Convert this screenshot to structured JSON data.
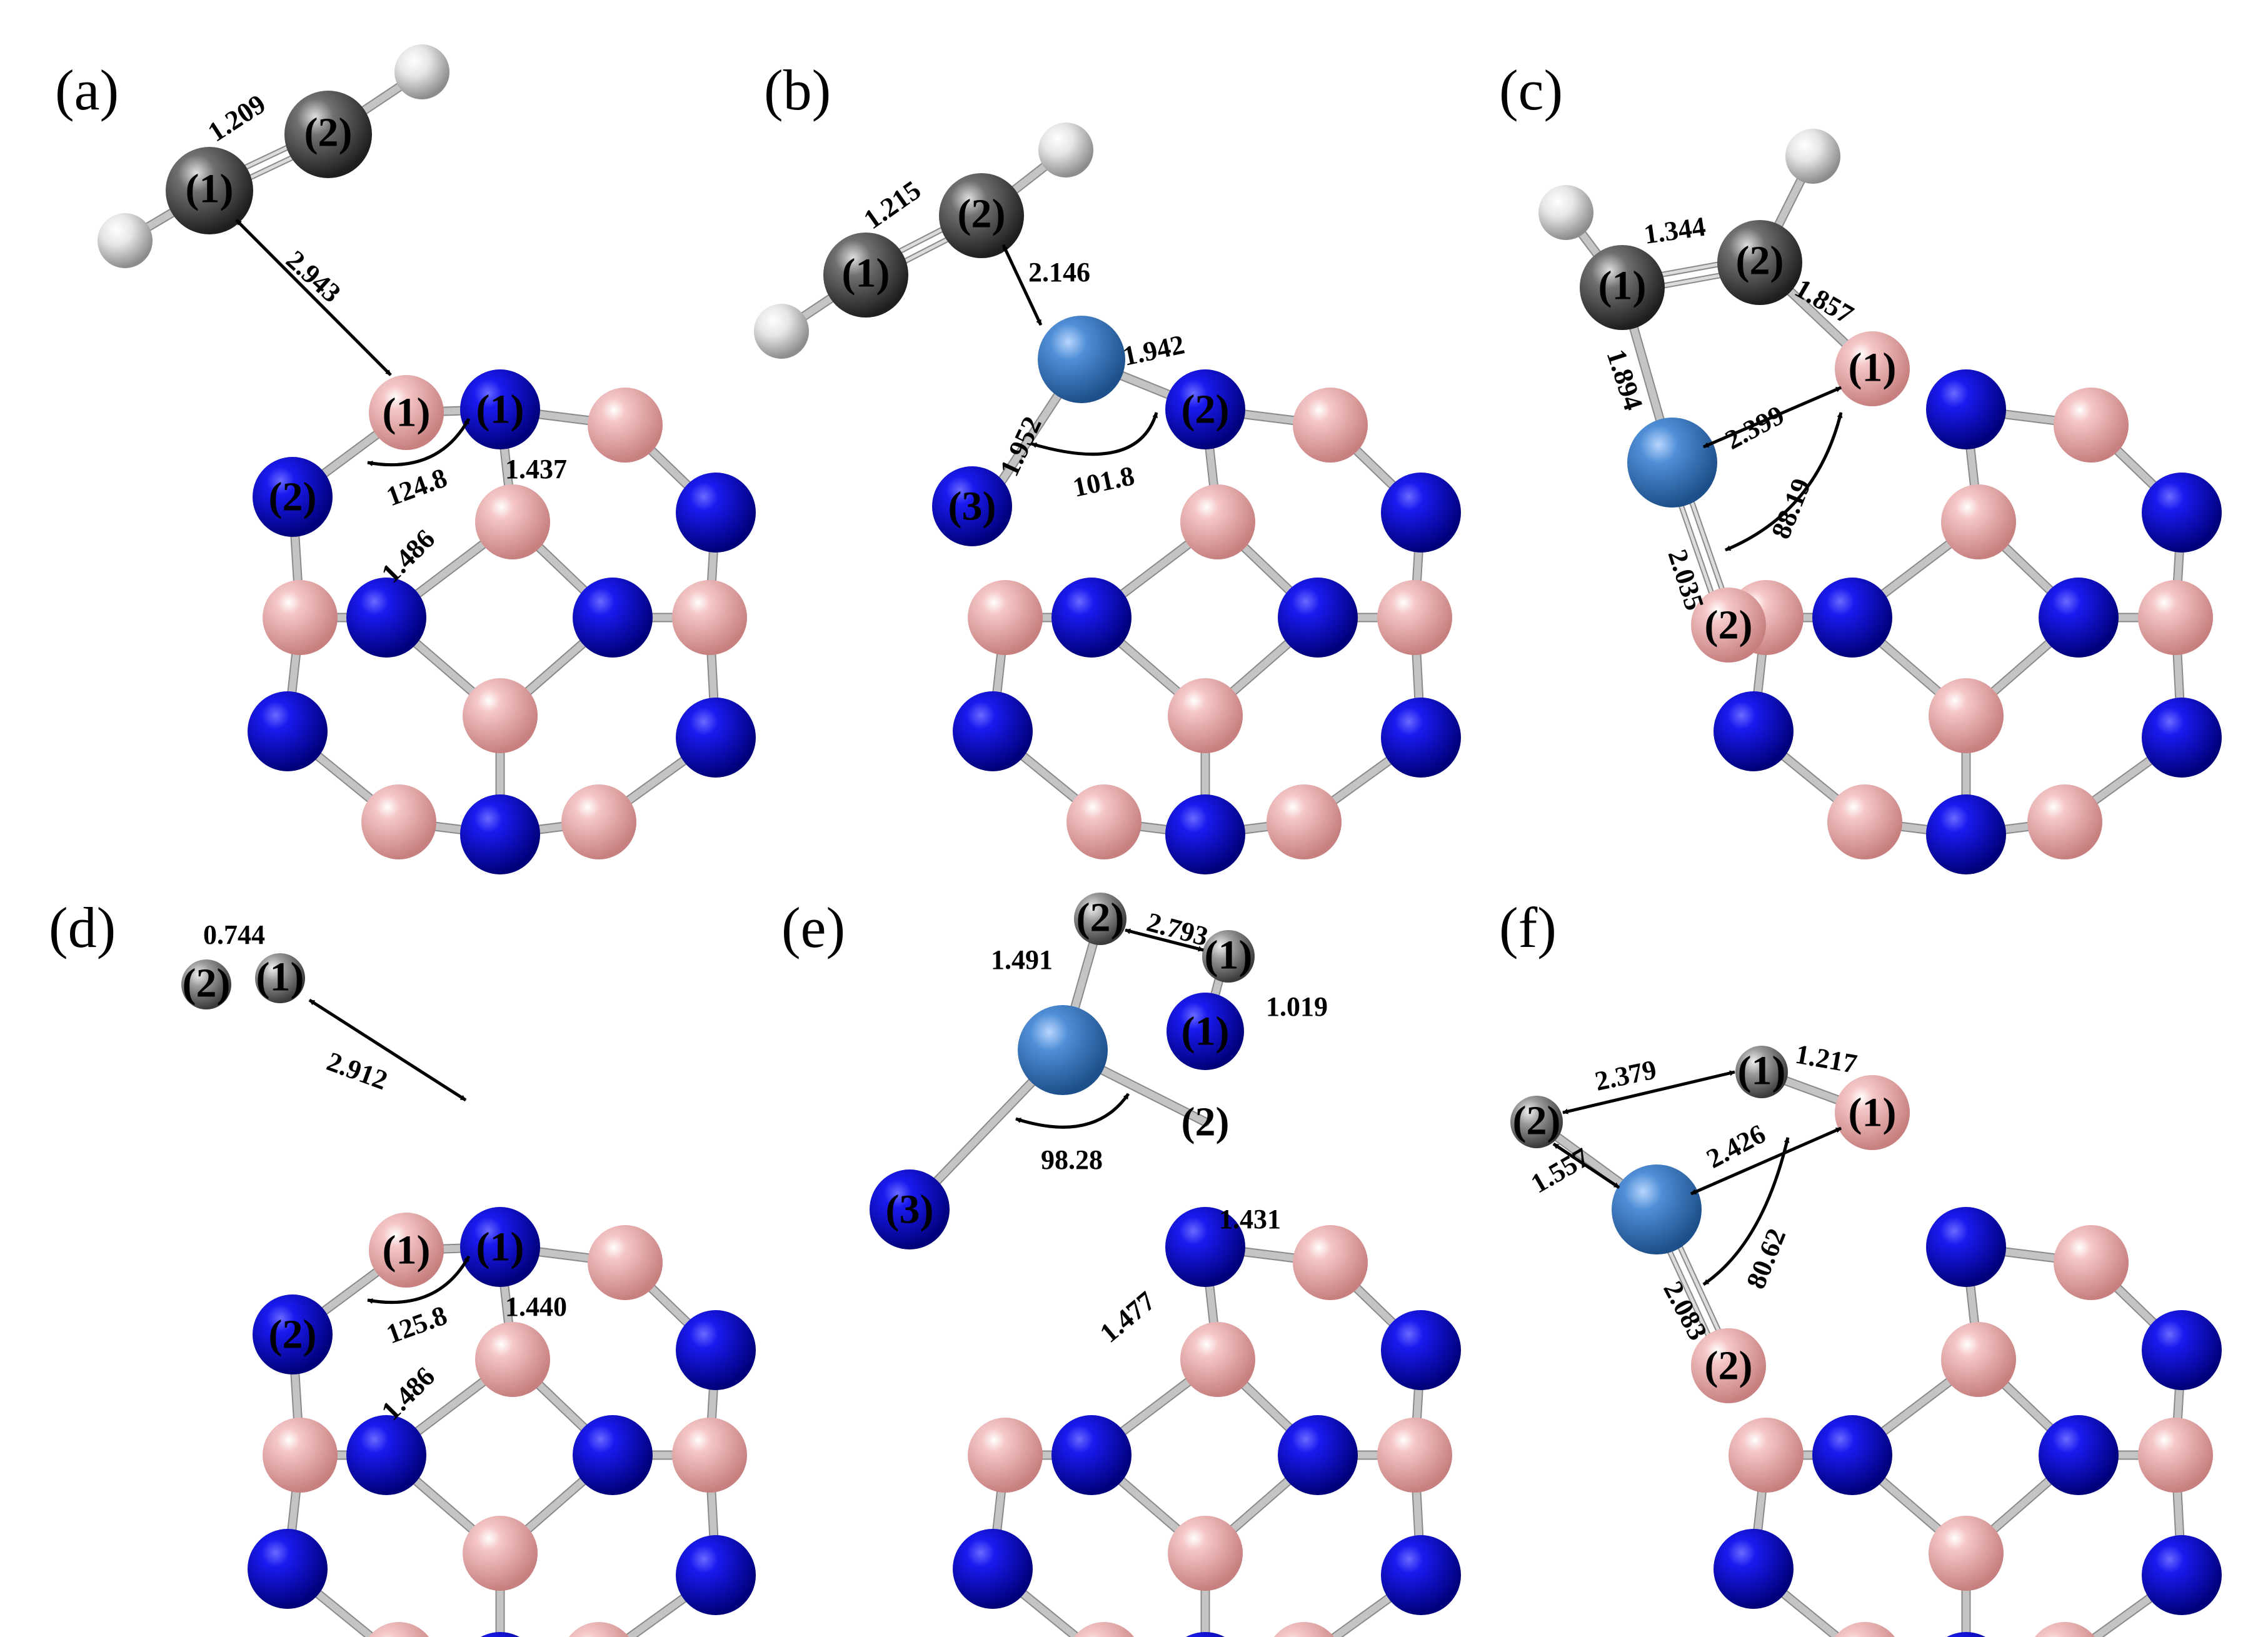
{
  "panels": [
    {
      "label": "(a)",
      "atoms": [
        {
          "label": "(1)",
          "kind": "C"
        },
        {
          "label": "(2)",
          "kind": "C"
        },
        {
          "label": "(1)",
          "kind": "B"
        },
        {
          "label": "(1)",
          "kind": "N"
        },
        {
          "label": "(2)",
          "kind": "N"
        }
      ],
      "values": [
        "1.209",
        "2.943",
        "124.8",
        "1.437",
        "1.486"
      ]
    },
    {
      "label": "(b)",
      "atoms": [
        {
          "label": "(1)",
          "kind": "C"
        },
        {
          "label": "(2)",
          "kind": "C"
        },
        {
          "label": "(2)",
          "kind": "N"
        },
        {
          "label": "(3)",
          "kind": "N"
        }
      ],
      "values": [
        "1.215",
        "2.146",
        "1.942",
        "1.952",
        "101.8"
      ]
    },
    {
      "label": "(c)",
      "atoms": [
        {
          "label": "(1)",
          "kind": "C"
        },
        {
          "label": "(2)",
          "kind": "C"
        },
        {
          "label": "(1)",
          "kind": "B"
        },
        {
          "label": "(2)",
          "kind": "B"
        }
      ],
      "values": [
        "1.344",
        "1.857",
        "1.894",
        "2.399",
        "88.19",
        "2.035"
      ]
    },
    {
      "label": "(d)",
      "atoms": [
        {
          "label": "(2)",
          "kind": "H"
        },
        {
          "label": "(1)",
          "kind": "H"
        },
        {
          "label": "(1)",
          "kind": "B"
        },
        {
          "label": "(1)",
          "kind": "N"
        },
        {
          "label": "(2)",
          "kind": "N"
        }
      ],
      "values": [
        "0.744",
        "2.912",
        "125.8",
        "1.440",
        "1.486"
      ]
    },
    {
      "label": "(e)",
      "atoms": [
        {
          "label": "(2)",
          "kind": "H"
        },
        {
          "label": "(1)",
          "kind": "H"
        },
        {
          "label": "(1)",
          "kind": "N"
        },
        {
          "label": "(2)",
          "kind": "N"
        },
        {
          "label": "(3)",
          "kind": "N"
        }
      ],
      "values": [
        "2.793",
        "1.491",
        "1.019",
        "98.28",
        "1.431",
        "1.477"
      ]
    },
    {
      "label": "(f)",
      "atoms": [
        {
          "label": "(2)",
          "kind": "H"
        },
        {
          "label": "(1)",
          "kind": "H"
        },
        {
          "label": "(1)",
          "kind": "B"
        },
        {
          "label": "(2)",
          "kind": "B"
        }
      ],
      "values": [
        "2.379",
        "1.217",
        "1.557",
        "2.426",
        "80.62",
        "2.083"
      ]
    }
  ],
  "colors": {
    "N": "#0a0ad2",
    "B": "#f2b3b3",
    "C": "#5a5a5a",
    "H": "#e8e8e8",
    "metal": "#4f8ed6",
    "bond": "#c4c4c4"
  }
}
